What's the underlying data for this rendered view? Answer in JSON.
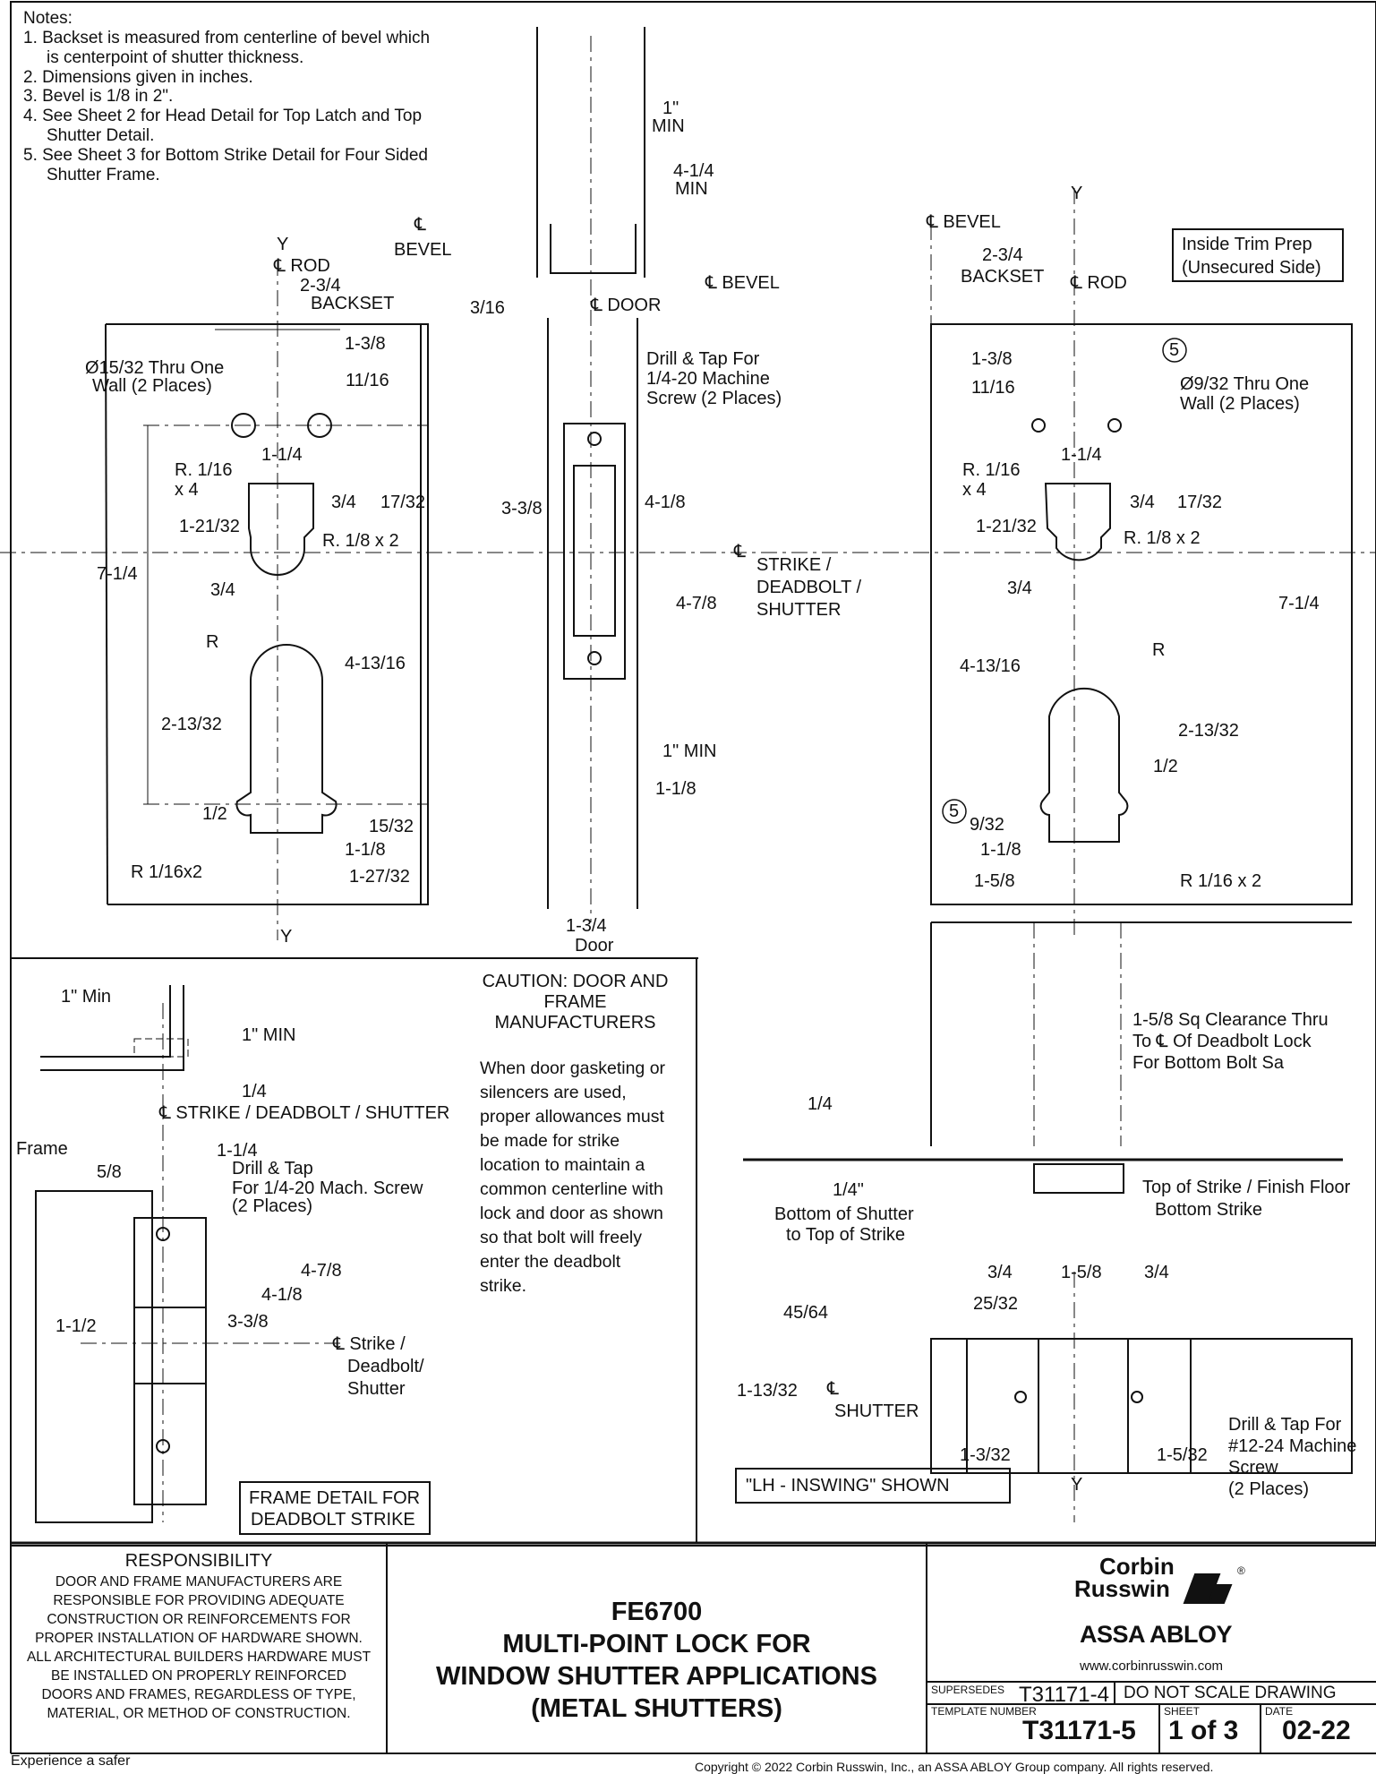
{
  "notes": {
    "heading": "Notes:",
    "lines": [
      "1. Backset is measured from centerline of bevel which",
      "    is centerpoint of shutter thickness.",
      "2. Dimensions given in inches.",
      "3. Bevel is  1/8 in  2\".",
      "4. See Sheet 2 for Head Detail for Top Latch and Top",
      "    Shutter Detail.",
      "5. See Sheet 3 for Bottom Strike Detail for Four Sided",
      "    Shutter Frame."
    ]
  },
  "left_view": {
    "cl_bevel": "℄",
    "bevel": "BEVEL",
    "y_top": "Y",
    "cl_rod": "℄ ROD",
    "backset_dim": "2-3/4",
    "backset": "BACKSET",
    "dim_1_3_8": "1-3/8",
    "hole_note_1": "Ø15/32 Thru One",
    "hole_note_2": "Wall (2 Places)",
    "dim_11_16": "11/16",
    "dim_1_1_4": "1-1/4",
    "r_1_16_a": "R. 1/16",
    "r_1_16_b": "x 4",
    "dim_3_4a": "3/4",
    "dim_17_32": "17/32",
    "dim_1_21_32": "1-21/32",
    "r_1_8": "R. 1/8 x 2",
    "dim_7_1_4": "7-1/4",
    "dim_3_4b": "3/4",
    "r": "R",
    "dim_4_13_16": "4-13/16",
    "dim_2_13_32": "2-13/32",
    "dim_1_2": "1/2",
    "dim_15_32": "15/32",
    "dim_1_1_8": "1-1/8",
    "r_1_16x2": "R 1/16x2",
    "dim_1_27_32": "1-27/32",
    "y_bottom": "Y"
  },
  "center_view": {
    "dim_1_min": "1\"",
    "min_a": "MIN",
    "dim_4_1_4": "4-1/4",
    "min_b": "MIN",
    "cl_bevel": "℄ BEVEL",
    "dim_3_16": "3/16",
    "cl_door": "℄ DOOR",
    "drill_1": "Drill & Tap For",
    "drill_2": "1/4-20 Machine",
    "drill_3": "Screw (2 Places)",
    "dim_3_3_8": "3-3/8",
    "dim_4_1_8": "4-1/8",
    "dim_4_7_8": "4-7/8",
    "dim_1_min_b": "1\" MIN",
    "dim_1_1_8": "1-1/8",
    "dim_1_3_4": "1-3/4",
    "door": "Door",
    "cl_strike_1": "℄",
    "strike_1": "STRIKE /",
    "strike_2": "DEADBOLT /",
    "strike_3": "SHUTTER"
  },
  "right_view": {
    "y_top": "Y",
    "cl_bevel": "℄ BEVEL",
    "backset_dim": "2-3/4",
    "backset": "BACKSET",
    "cl_rod": "℄ ROD",
    "trim_1": "Inside Trim Prep",
    "trim_2": "(Unsecured Side)",
    "circle_5a": "5",
    "dim_1_3_8": "1-3/8",
    "dim_11_16": "11/16",
    "hole_note_1": "Ø9/32 Thru One",
    "hole_note_2": "Wall (2 Places)",
    "dim_1_1_4": "1-1/4",
    "r_1_16_a": "R. 1/16",
    "r_1_16_b": "x 4",
    "dim_3_4a": "3/4",
    "dim_17_32": "17/32",
    "dim_1_21_32": "1-21/32",
    "r_1_8": "R. 1/8 x 2",
    "dim_3_4b": "3/4",
    "dim_7_1_4": "7-1/4",
    "r": "R",
    "dim_4_13_16": "4-13/16",
    "dim_2_13_32": "2-13/32",
    "dim_1_2": "1/2",
    "circle_5b": "5",
    "dim_9_32": "9/32",
    "dim_1_1_8": "1-1/8",
    "dim_1_5_8": "1-5/8",
    "r_1_16x2": "R 1/16 x 2"
  },
  "frame_detail": {
    "dim_1_min": "1\" Min",
    "dim_1_min_b": "1\" MIN",
    "dim_1_4": "1/4",
    "cl_strike": "℄ STRIKE / DEADBOLT / SHUTTER",
    "frame": "Frame",
    "dim_1_1_4": "1-1/4",
    "dim_5_8": "5/8",
    "drill_1": "Drill & Tap",
    "drill_2": "For 1/4-20 Mach. Screw",
    "drill_3": "(2 Places)",
    "dim_4_7_8": "4-7/8",
    "dim_4_1_8": "4-1/8",
    "dim_3_3_8": "3-3/8",
    "dim_1_1_2": "1-1/2",
    "strike_1": "℄ Strike /",
    "strike_2": "Deadbolt/",
    "strike_3": "Shutter",
    "box_1": "FRAME DETAIL FOR",
    "box_2": "DEADBOLT STRIKE"
  },
  "caution": {
    "title_1": "CAUTION: DOOR AND",
    "title_2": "FRAME",
    "title_3": "MANUFACTURERS",
    "lines": [
      "When door gasketing or",
      "silencers are used,",
      "proper allowances must",
      "be made for strike",
      "location to maintain a",
      "common centerline with",
      "lock and door as shown",
      "so that bolt will freely",
      "enter the deadbolt",
      "strike."
    ]
  },
  "bottom_view": {
    "clear_1": "1-5/8 Sq Clearance Thru",
    "clear_2": "To ℄ Of Deadbolt Lock",
    "clear_3": "For Bottom Bolt Sa",
    "dim_1_4": "1/4",
    "dim_1_4b": "1/4\"",
    "bottom_1": "Bottom of Shutter",
    "bottom_2": "to Top of Strike",
    "tos": "Top of Strike / Finish Floor",
    "bstrike": "Bottom Strike",
    "dim_3_4a": "3/4",
    "dim_1_5_8": "1-5/8",
    "dim_3_4b": "3/4",
    "dim_45_64": "45/64",
    "dim_25_32": "25/32",
    "dim_1_13_32": "1-13/32",
    "cl_shutter": "℄",
    "shutter": "SHUTTER",
    "drill_1": "Drill & Tap For",
    "drill_2": "#12-24 Machine",
    "drill_3": "Screw",
    "drill_4": "(2 Places)",
    "dim_1_3_32": "1-3/32",
    "dim_1_5_32": "1-5/32",
    "y": "Y",
    "lh": "\"LH - INSWING\" SHOWN"
  },
  "responsibility": {
    "title": "RESPONSIBILITY",
    "lines": [
      "DOOR AND FRAME MANUFACTURERS ARE",
      "RESPONSIBLE FOR PROVIDING ADEQUATE",
      "CONSTRUCTION OR REINFORCEMENTS FOR",
      "PROPER INSTALLATION OF HARDWARE SHOWN.",
      "ALL ARCHITECTURAL BUILDERS HARDWARE MUST",
      "BE INSTALLED ON PROPERLY REINFORCED",
      "DOORS AND FRAMES, REGARDLESS OF TYPE,",
      "MATERIAL, OR METHOD OF CONSTRUCTION."
    ]
  },
  "title_block": {
    "model": "FE6700",
    "line_2": "MULTI-POINT LOCK FOR",
    "line_3": "WINDOW SHUTTER APPLICATIONS",
    "line_4": "(METAL SHUTTERS)"
  },
  "brand": {
    "corbin": "Corbin",
    "russwin": "Russwin",
    "reg": "®",
    "assa": "ASSA ABLOY",
    "url": "www.corbinrusswin.com",
    "supersedes_label": "SUPERSEDES",
    "supersedes": "T31171-4",
    "dnsd": "DO NOT SCALE DRAWING",
    "tn_label": "TEMPLATE NUMBER",
    "tn": "T31171-5",
    "sheet_label": "SHEET",
    "sheet": "1 of 3",
    "date_label": "DATE",
    "date": "02-22"
  },
  "footer": {
    "tagline": "Experience a safer",
    "copyright": "Copyright © 2022 Corbin Russwin, Inc., an ASSA ABLOY Group company. All rights reserved."
  }
}
